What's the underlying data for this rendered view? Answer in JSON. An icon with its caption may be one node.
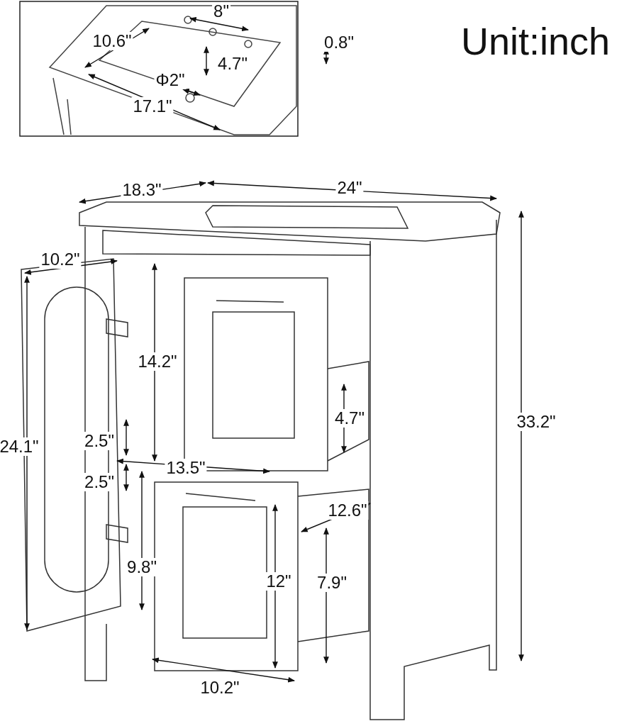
{
  "diagram": {
    "title": "Unit:inch",
    "labels": [
      "8\"",
      "10.6\"",
      "0.8\"",
      "4.7\"",
      "Φ2\"",
      "17.1\"",
      "18.3\"",
      "24\"",
      "10.2\"",
      "14.2\"",
      "4.7\"",
      "33.2\"",
      "24.1\"",
      "2.5\"",
      "13.5\"",
      "2.5\"",
      "12.6\"",
      "9.8\"",
      "12\"",
      "7.9\"",
      "10.2\""
    ]
  }
}
